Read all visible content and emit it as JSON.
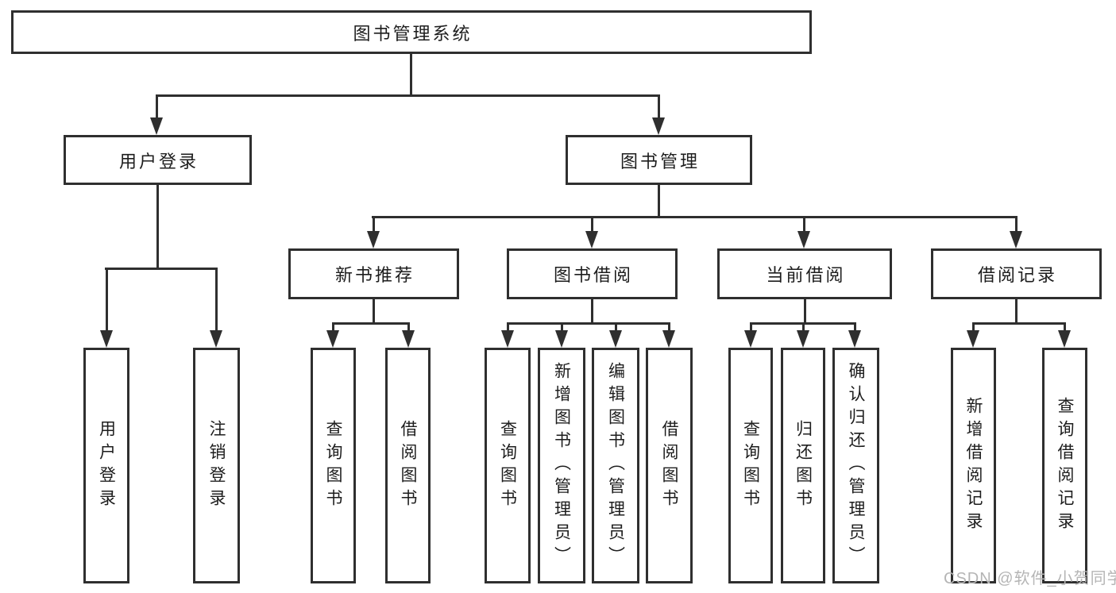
{
  "diagram": {
    "type": "hierarchy-tree",
    "tree": {
      "root": "图书管理系统",
      "children": [
        {
          "label": "用户登录",
          "children": [
            "用户登录",
            "注销登录"
          ]
        },
        {
          "label": "图书管理",
          "children": [
            {
              "label": "新书推荐",
              "children": [
                "查询图书",
                "借阅图书"
              ]
            },
            {
              "label": "图书借阅",
              "children": [
                "查询图书",
                "新增图书（管理员）",
                "编辑图书（管理员）",
                "借阅图书"
              ]
            },
            {
              "label": "当前借阅",
              "children": [
                "查询图书",
                "归还图书",
                "确认归还（管理员）"
              ]
            },
            {
              "label": "借阅记录",
              "children": [
                "新增借阅记录",
                "查询借阅记录"
              ]
            }
          ]
        }
      ]
    }
  },
  "watermark": {
    "text": "CSDN @软件_小贺同学"
  },
  "colors": {
    "line": "#2f2f2f",
    "text": "#1d1d1d",
    "watermark": "#b5b5b5",
    "bg": "#ffffff"
  }
}
